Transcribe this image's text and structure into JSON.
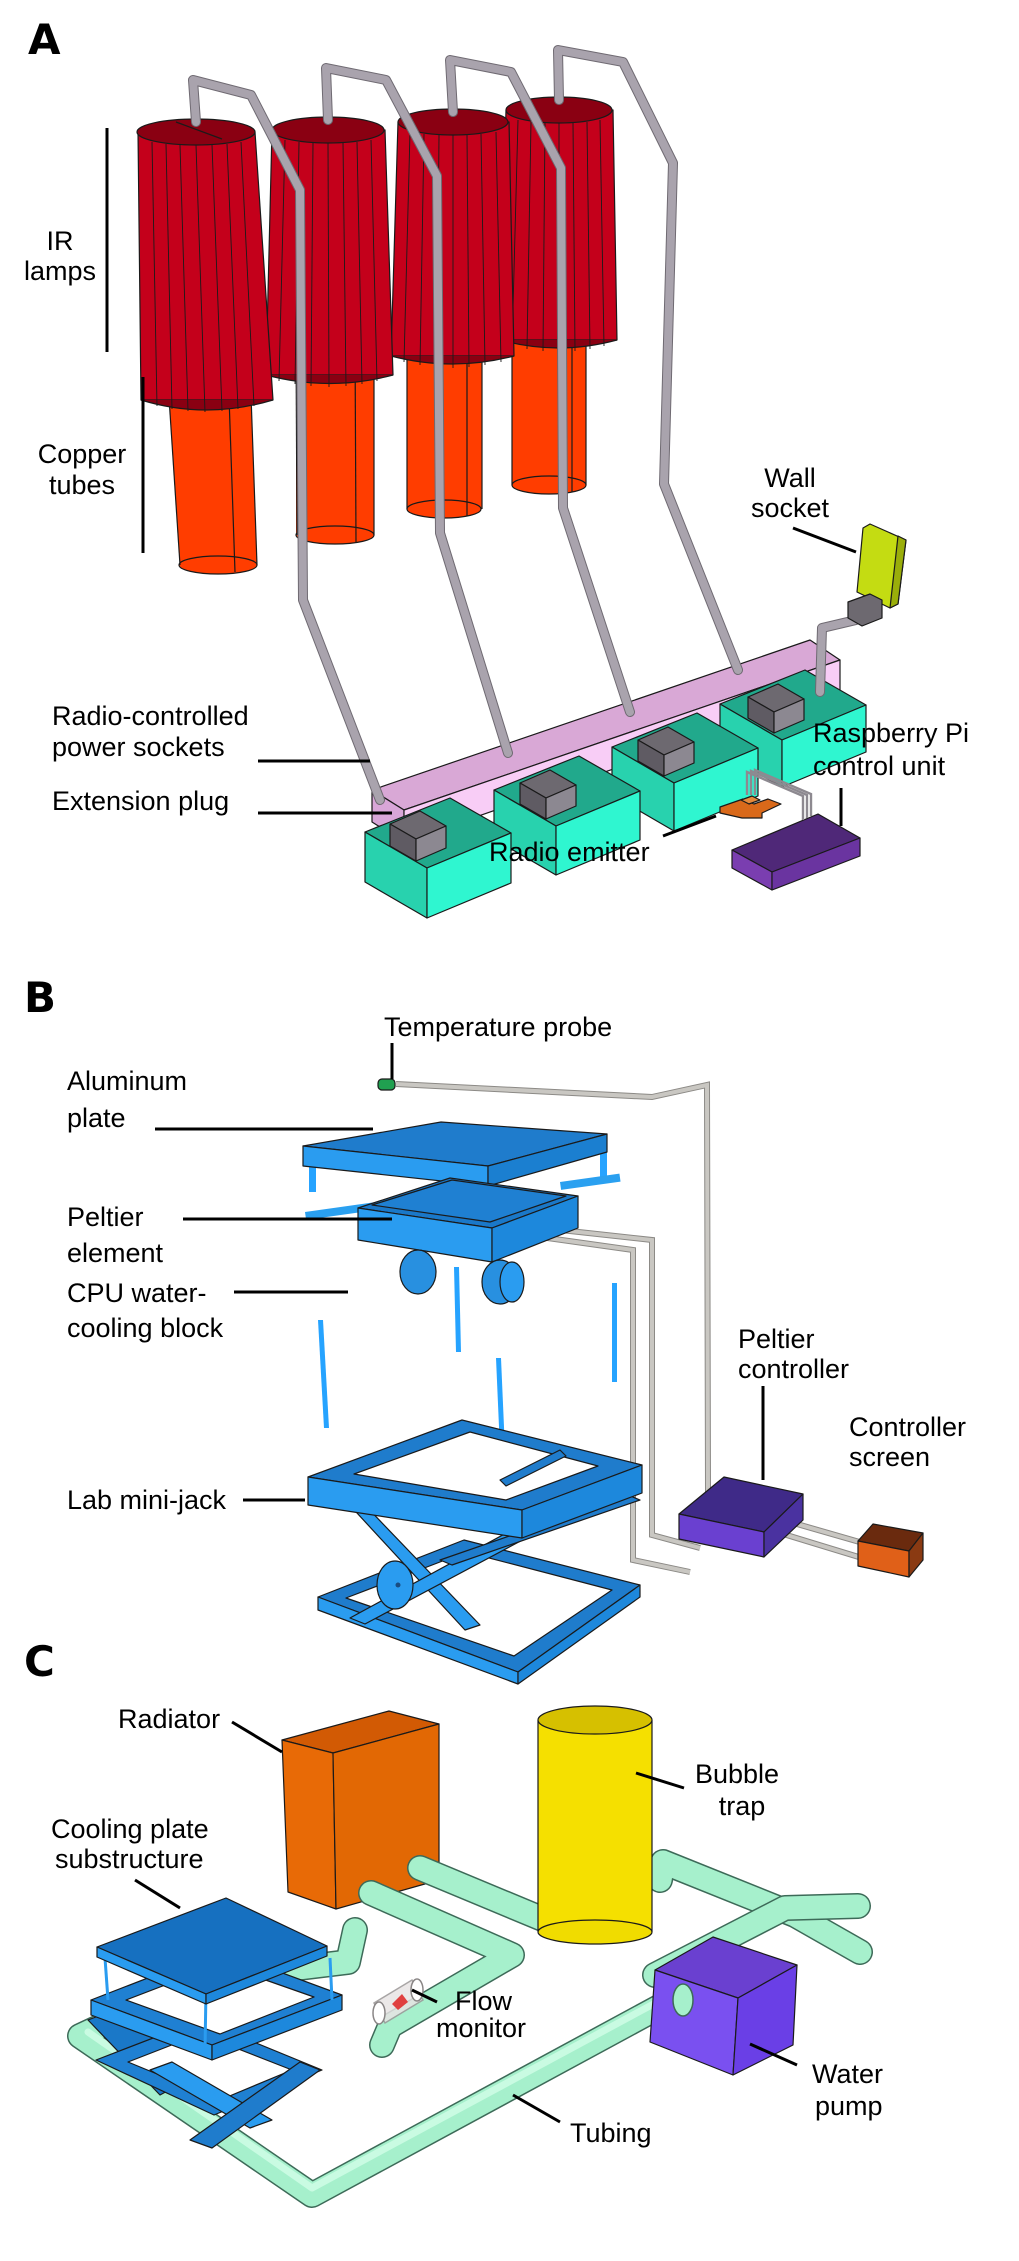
{
  "figure": {
    "panels": [
      {
        "letter": "A",
        "labels": {
          "ir_lamps": [
            "IR",
            "lamps"
          ],
          "copper_tubes": [
            "Copper",
            "tubes"
          ],
          "wall_socket": [
            "Wall",
            "socket"
          ],
          "radio_sockets": [
            "Radio-controlled",
            "power sockets"
          ],
          "extension_plug": "Extension plug",
          "raspberry_pi": [
            "Raspberry Pi",
            "control unit"
          ],
          "radio_emitter": "Radio emitter"
        },
        "lamp_count": 4
      },
      {
        "letter": "B",
        "labels": {
          "temperature_probe": "Temperature probe",
          "aluminum_plate": [
            "Aluminum",
            "plate"
          ],
          "peltier_element": [
            "Peltier",
            "element"
          ],
          "cpu_block": [
            "CPU water-",
            "cooling block"
          ],
          "lab_jack": "Lab mini-jack",
          "peltier_controller": [
            "Peltier",
            "controller"
          ],
          "controller_screen": [
            "Controller",
            "screen"
          ]
        }
      },
      {
        "letter": "C",
        "labels": {
          "radiator": "Radiator",
          "bubble_trap": [
            "Bubble",
            "trap"
          ],
          "cooling_plate": [
            "Cooling plate",
            "substructure"
          ],
          "flow_monitor": [
            "Flow",
            "monitor"
          ],
          "water_pump": [
            "Water",
            "pump"
          ],
          "tubing": "Tubing"
        }
      }
    ]
  },
  "colors": {
    "lamp_red": "#c0001a",
    "lamp_dark": "#8a0012",
    "copper": "#ff3d00",
    "socket_teal": "#2ad4b0",
    "plug_pink": "#f6c9f4",
    "wall_yellow": "#c4dc12",
    "pi_purple": "#5a2a86",
    "emitter_orange": "#d9691a",
    "part_blue": "#1a8ae0",
    "controller_purple": "#4a2a9a",
    "screen_orange": "#c0521a",
    "radiator_orange": "#e86a06",
    "bubble_yellow": "#f5e000",
    "pump_violet": "#6a40e0",
    "tubing_green": "#a6f0cc"
  }
}
